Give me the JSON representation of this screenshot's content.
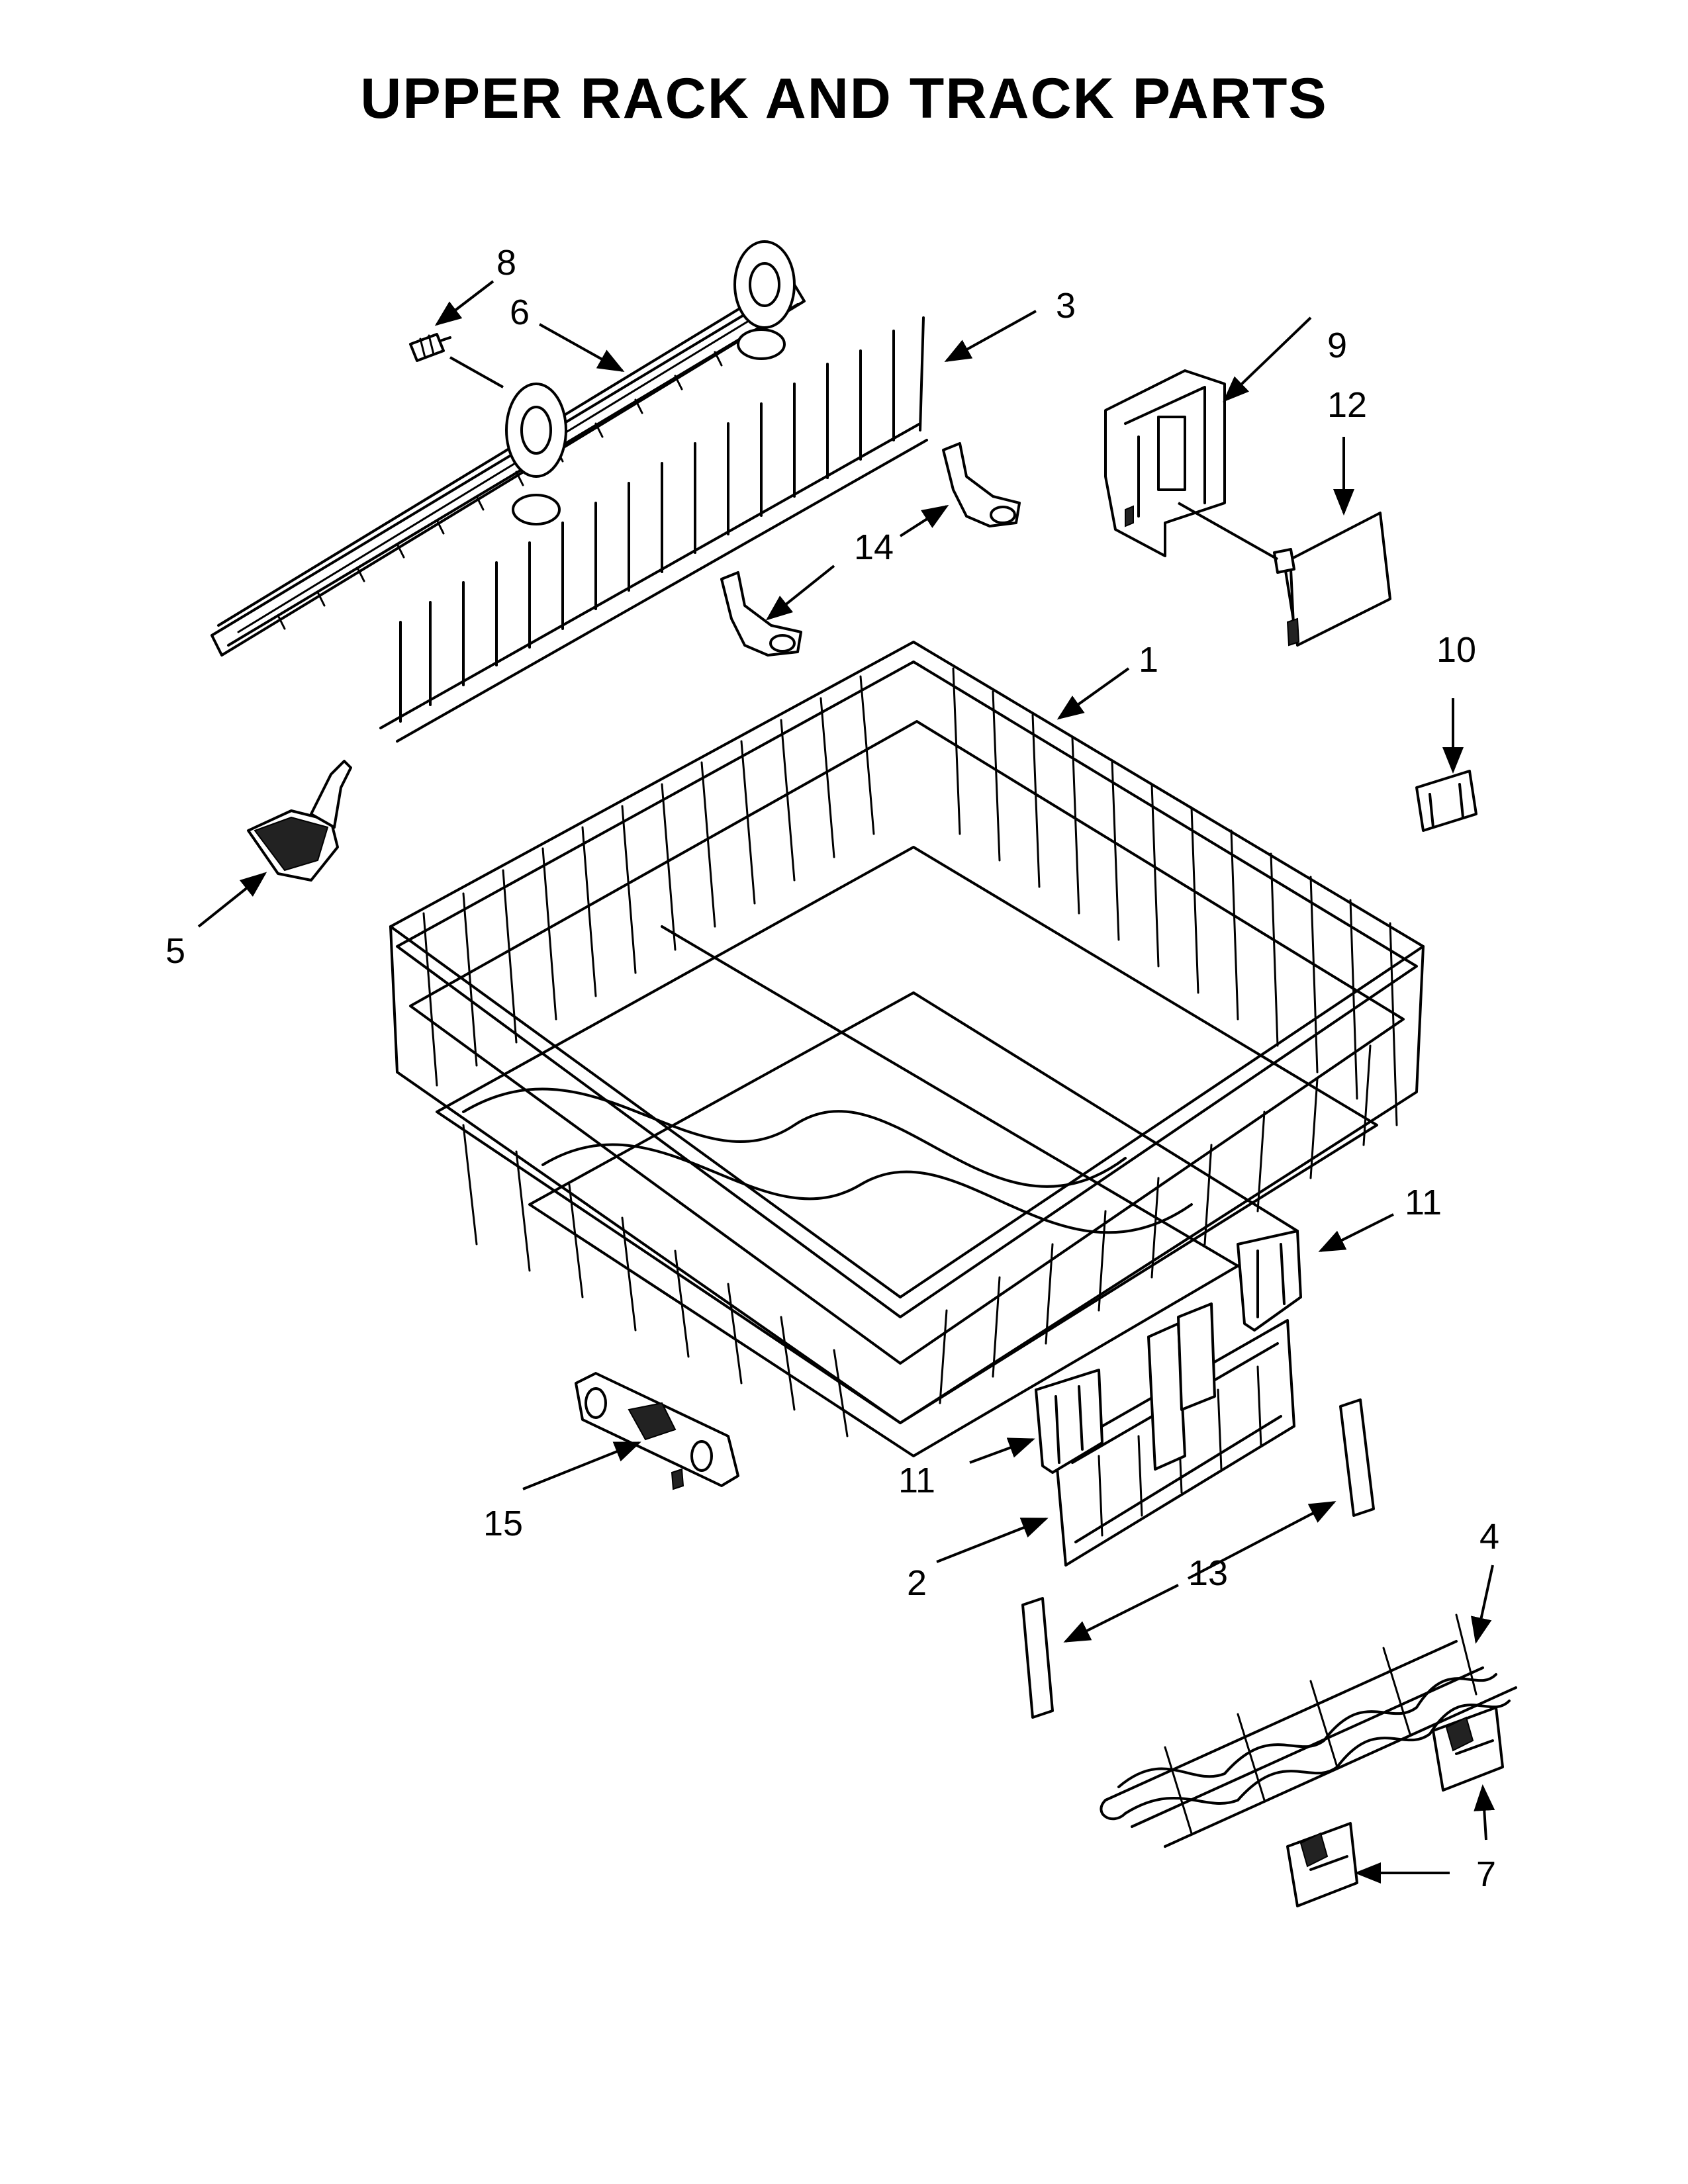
{
  "title": "UPPER RACK AND TRACK PARTS",
  "callouts": {
    "c1": "1",
    "c2": "2",
    "c3": "3",
    "c4": "4",
    "c5": "5",
    "c6": "6",
    "c7": "7",
    "c8": "8",
    "c9": "9",
    "c10": "10",
    "c11a": "11",
    "c11b": "11",
    "c12": "12",
    "c13": "13",
    "c14": "14",
    "c15": "15"
  }
}
